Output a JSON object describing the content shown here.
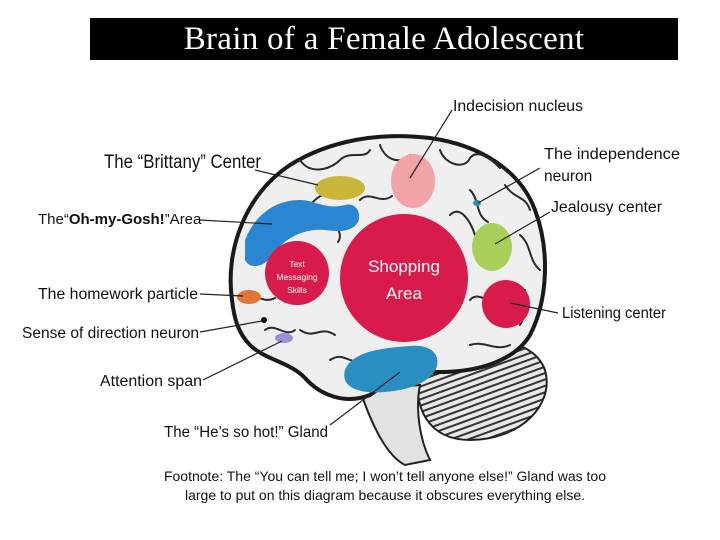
{
  "title": "Brain of a Female Adolescent",
  "labels": {
    "indecision": "Indecision nucleus",
    "brittany": "The “Brittany” Center",
    "independence_line1": "The independence",
    "independence_line2": "neuron",
    "jealousy": "Jealousy center",
    "ohmygosh_prefix": "The“",
    "ohmygosh_main": "Oh-my-Gosh!",
    "ohmygosh_suffix": "”Area",
    "homework": "The homework particle",
    "listening": "Listening center",
    "direction": "Sense of direction neuron",
    "attention": "Attention span",
    "hot_gland": "The “He’s so hot!” Gland"
  },
  "regions": {
    "shopping_line1": "Shopping",
    "shopping_line2": "Area",
    "texting_line1": "Text",
    "texting_line2": "Messaging",
    "texting_line3": "Skills"
  },
  "footnote_line1": "Footnote: The “You can tell me; I won’t tell anyone else!” Gland was too",
  "footnote_line2": "large to put on this diagram because it obscures everything else.",
  "colors": {
    "shopping": "#d81b4a",
    "texting": "#d81b4a",
    "listening": "#d81b4a",
    "brittany": "#c9b53a",
    "ohmygosh": "#2a86d0",
    "indecision": "#f2a3a8",
    "jealousy": "#a7cf5a",
    "hot_gland": "#2a8fc0",
    "homework": "#e0783a",
    "attention": "#9a8fd8",
    "independence": "#2a8fa8"
  }
}
